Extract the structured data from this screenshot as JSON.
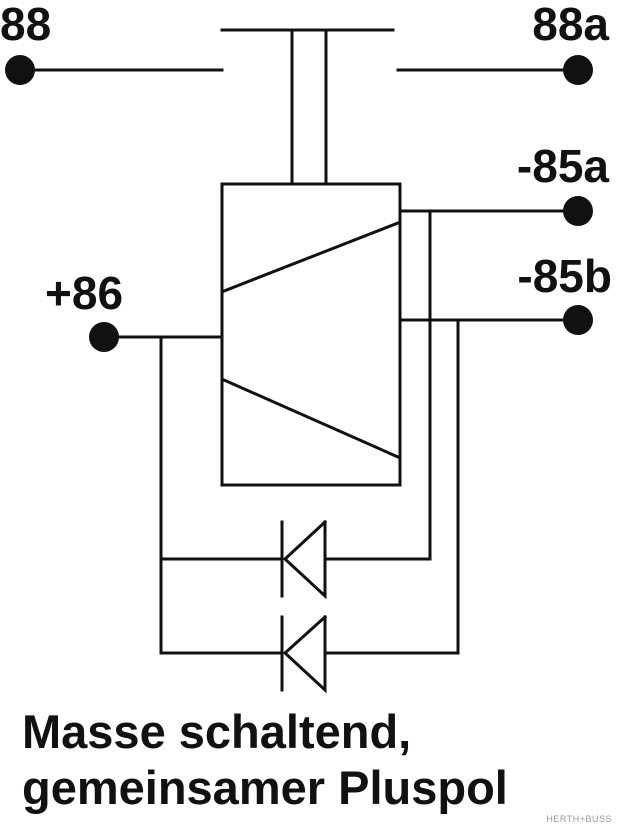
{
  "terminals": {
    "t88": "88",
    "t88a": "88a",
    "t85a": "-85a",
    "t85b": "-85b",
    "t86": "+86"
  },
  "caption": {
    "line1": "Masse schaltend,",
    "line2": "gemeinsamer Pluspol"
  },
  "watermark": "HERTH+BUSS",
  "colors": {
    "ink": "#111111",
    "background": "#ffffff"
  }
}
